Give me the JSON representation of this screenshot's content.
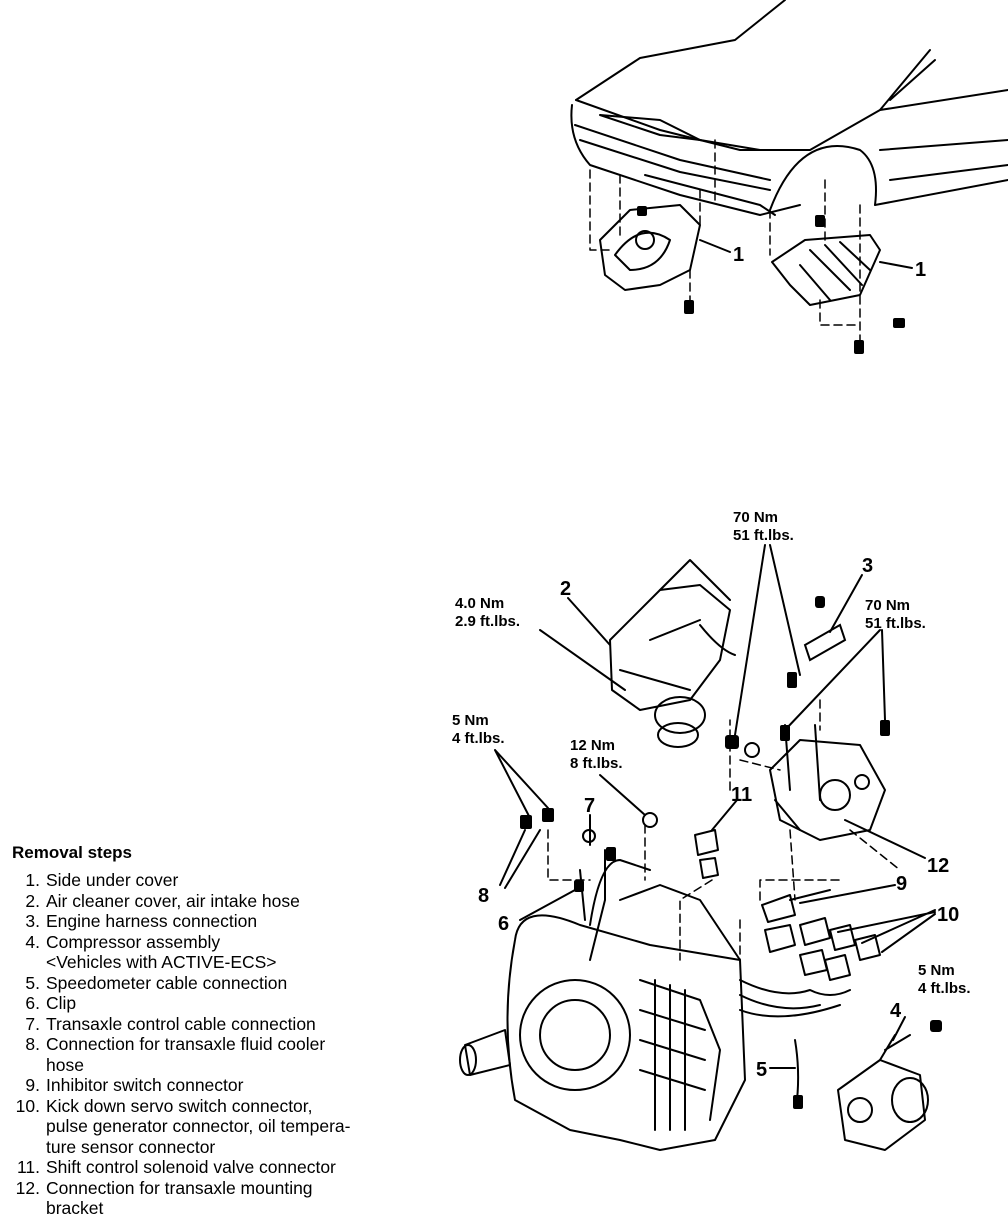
{
  "top_figure": {
    "callouts": [
      "1",
      "1"
    ]
  },
  "bottom_figure": {
    "callouts": {
      "c2": "2",
      "c3": "3",
      "c4": "4",
      "c5": "5",
      "c6": "6",
      "c7": "7",
      "c8": "8",
      "c9": "9",
      "c10": "10",
      "c11": "11",
      "c12": "12"
    },
    "torque_labels": {
      "t70a_nm": "70 Nm",
      "t70a_ft": "51 ft.lbs.",
      "t70b_nm": "70 Nm",
      "t70b_ft": "51 ft.lbs.",
      "t4_nm": "4.0 Nm",
      "t4_ft": "2.9 ft.lbs.",
      "t5a_nm": "5 Nm",
      "t5a_ft": "4 ft.lbs.",
      "t12_nm": "12 Nm",
      "t12_ft": "8 ft.lbs.",
      "t5b_nm": "5 Nm",
      "t5b_ft": "4 ft.lbs."
    }
  },
  "removal_steps": {
    "title": "Removal steps",
    "steps": [
      {
        "num": "1.",
        "text": "Side under cover"
      },
      {
        "num": "2.",
        "text": "Air cleaner cover, air intake hose"
      },
      {
        "num": "3.",
        "text": "Engine harness connection"
      },
      {
        "num": "4.",
        "text": "Compressor assembly\n<Vehicles with ACTIVE-ECS>"
      },
      {
        "num": "5.",
        "text": "Speedometer cable connection"
      },
      {
        "num": "6.",
        "text": "Clip"
      },
      {
        "num": "7.",
        "text": "Transaxle control cable connection"
      },
      {
        "num": "8.",
        "text": "Connection for transaxle fluid cooler\nhose"
      },
      {
        "num": "9.",
        "text": "Inhibitor switch connector"
      },
      {
        "num": "10.",
        "text": "Kick down servo switch connector,\npulse generator connector, oil tempera-\nture sensor connector"
      },
      {
        "num": "11.",
        "text": "Shift control solenoid valve connector"
      },
      {
        "num": "12.",
        "text": "Connection for transaxle mounting\nbracket"
      }
    ]
  }
}
